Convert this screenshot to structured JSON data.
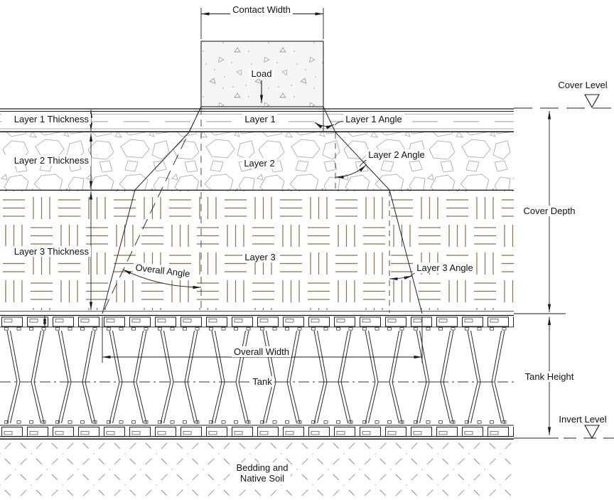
{
  "diagram": {
    "type": "engineering-cross-section",
    "subject": "Attenuation tank installation beneath layered cover soils with load spread angles",
    "labels": {
      "contact_width": "Contact Width",
      "load": "Load",
      "cover_level": "Cover Level",
      "layer1_thickness": "Layer 1 Thickness",
      "layer1": "Layer 1",
      "layer1_angle": "Layer 1 Angle",
      "layer2_thickness": "Layer 2 Thickness",
      "layer2": "Layer 2",
      "layer2_angle": "Layer 2 Angle",
      "layer3_thickness": "Layer 3 Thickness",
      "layer3": "Layer 3",
      "layer3_angle": "Layer 3 Angle",
      "overall_angle": "Overall Angle",
      "cover_depth": "Cover Depth",
      "overall_width": "Overall Width",
      "tank": "Tank",
      "tank_height": "Tank Height",
      "invert_level": "Invert Level",
      "bedding_line1": "Bedding and",
      "bedding_line2": "Native Soil"
    },
    "colors": {
      "line": "#1a1a1a",
      "dim_line": "#333333",
      "layer3_hatch_brown": "#8d6f52",
      "stone_gray": "#b5b5b5",
      "bedding_gray": "#a0a0a0",
      "concrete_speckle": "#9a9a9a",
      "background": "#ffffff"
    }
  }
}
